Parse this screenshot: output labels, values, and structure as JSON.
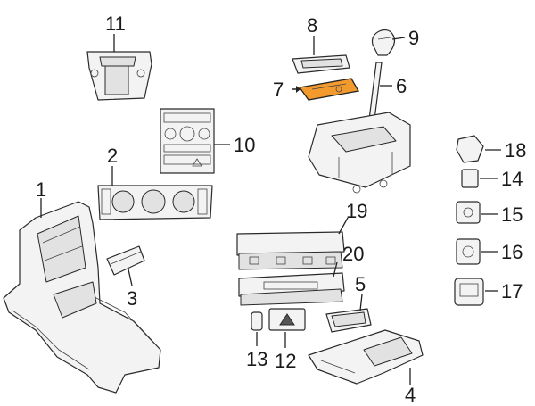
{
  "colors": {
    "highlight": "#f29a2e",
    "line": "#222222",
    "background": "#ffffff"
  },
  "callouts": [
    {
      "id": "1",
      "label": "1"
    },
    {
      "id": "2",
      "label": "2"
    },
    {
      "id": "3",
      "label": "3"
    },
    {
      "id": "4",
      "label": "4"
    },
    {
      "id": "5",
      "label": "5"
    },
    {
      "id": "6",
      "label": "6"
    },
    {
      "id": "7",
      "label": "7",
      "highlighted": true
    },
    {
      "id": "8",
      "label": "8"
    },
    {
      "id": "9",
      "label": "9"
    },
    {
      "id": "10",
      "label": "10"
    },
    {
      "id": "11",
      "label": "11"
    },
    {
      "id": "12",
      "label": "12"
    },
    {
      "id": "13",
      "label": "13"
    },
    {
      "id": "14",
      "label": "14"
    },
    {
      "id": "15",
      "label": "15"
    },
    {
      "id": "16",
      "label": "16"
    },
    {
      "id": "17",
      "label": "17"
    },
    {
      "id": "18",
      "label": "18"
    },
    {
      "id": "19",
      "label": "19"
    },
    {
      "id": "20",
      "label": "20"
    }
  ]
}
